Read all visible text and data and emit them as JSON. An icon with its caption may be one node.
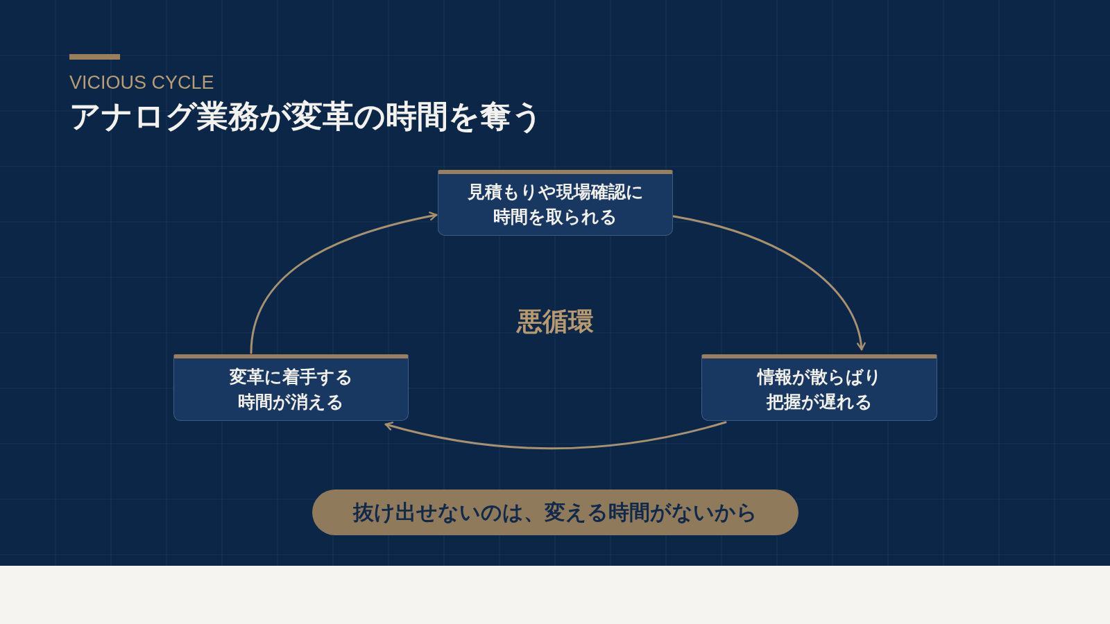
{
  "diagram": {
    "title": "アナログ業務が変革の時間を奪う",
    "nodes": [
      {
        "text": [
          "見積もりや現場確認に時間を取られる"
        ]
      },
      {
        "text": [
          "情報が散らばり把握が遅れる"
        ]
      },
      {
        "text": [
          "変革に着手する時間が消える"
        ]
      },
      {
        "text": [
          "抜け出せないのは、変える時間がないから"
        ]
      }
    ],
    "edges": [
      {
        "from": 0,
        "to": 1,
        "arrow": "to"
      },
      {
        "from": 1,
        "to": 2,
        "arrow": "to"
      },
      {
        "from": 2,
        "to": 0,
        "arrow": "to"
      }
    ],
    "labels": [
      "VICIOUS CYCLE",
      "悪循環"
    ]
  }
}
